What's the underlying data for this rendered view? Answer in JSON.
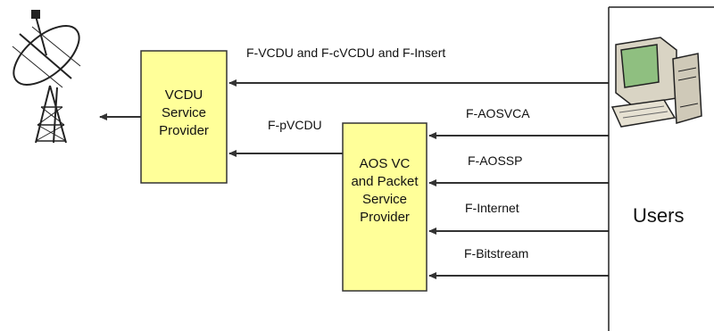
{
  "colors": {
    "box_fill": "#FFFF99",
    "box_stroke": "#333333",
    "arrow": "#333333",
    "background": "#FFFFFF"
  },
  "icons": {
    "antenna": "satellite-dish-icon",
    "computer": "desktop-computer-icon"
  },
  "boxes": {
    "vcdu": {
      "lines": [
        "VCDU",
        "Service",
        "Provider"
      ]
    },
    "aos": {
      "lines": [
        "AOS VC",
        "and Packet",
        "Service",
        "Provider"
      ]
    }
  },
  "users_label": "Users",
  "arrows": {
    "top": "F-VCDU and F-cVCDU and F-Insert",
    "pvcdu": "F-pVCDU",
    "aosvca": "F-AOSVCA",
    "aossp": "F-AOSSP",
    "internet": "F-Internet",
    "bitstream": "F-Bitstream"
  }
}
